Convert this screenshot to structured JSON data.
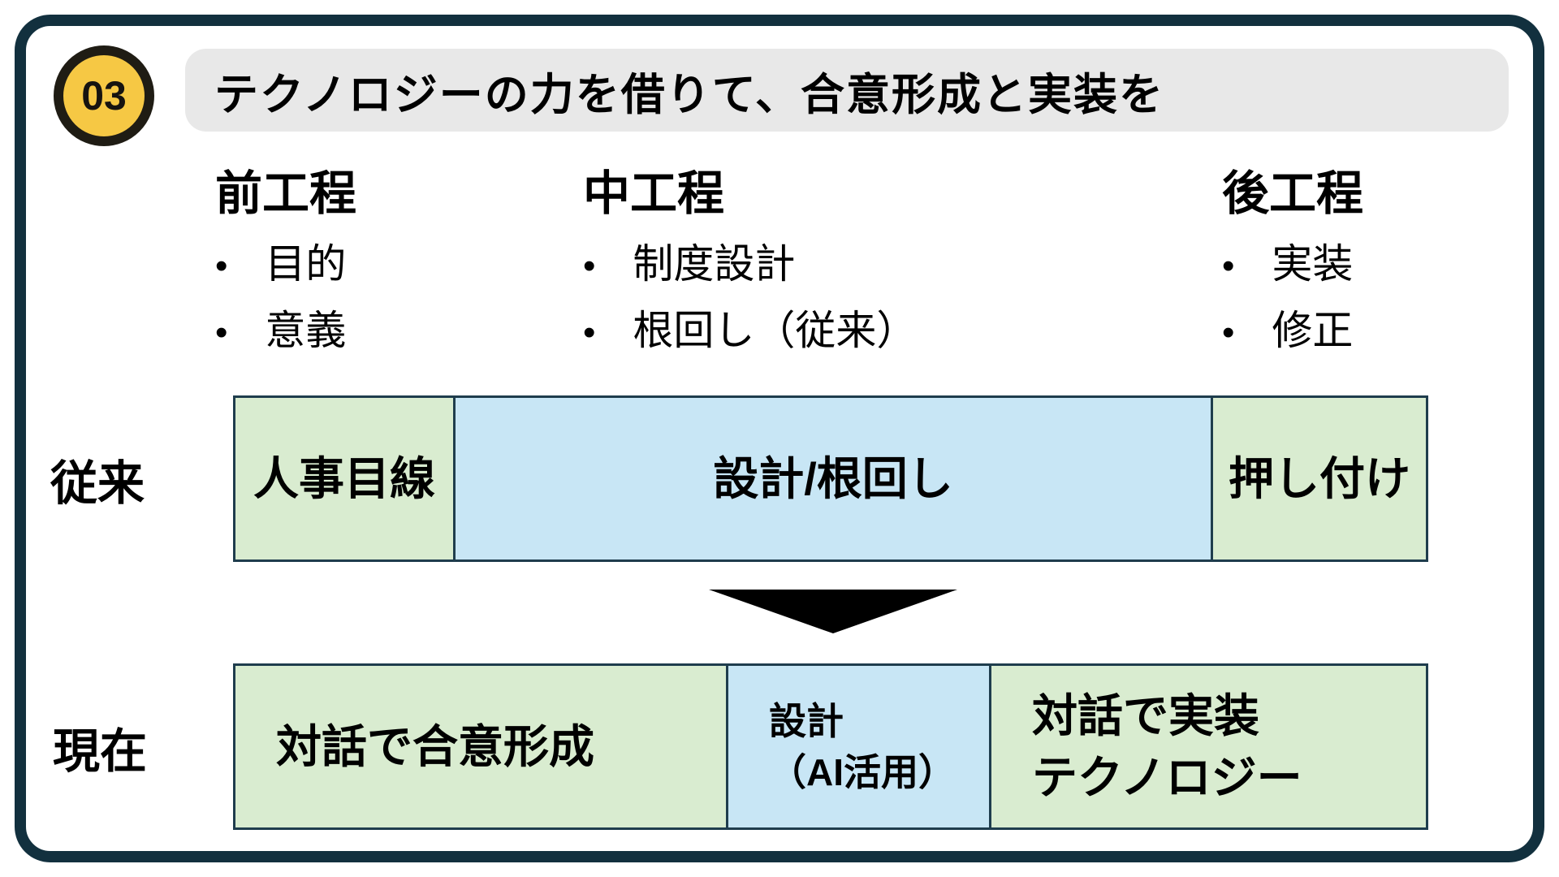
{
  "badge": {
    "number": "03"
  },
  "header": {
    "title": "テクノロジーの力を借りて、合意形成と実装を"
  },
  "columns": [
    {
      "title": "前工程",
      "items": [
        "目的",
        "意義"
      ]
    },
    {
      "title": "中工程",
      "items": [
        "制度設計",
        "根回し（従来）"
      ]
    },
    {
      "title": "後工程",
      "items": [
        "実装",
        "修正"
      ]
    }
  ],
  "process_flow": {
    "before_row": {
      "label": "従来",
      "cells": [
        {
          "lines": [
            "人事目線"
          ],
          "color": "green"
        },
        {
          "lines": [
            "設計/根回し"
          ],
          "color": "blue"
        },
        {
          "lines": [
            "押し付け"
          ],
          "color": "green"
        }
      ]
    },
    "after_row": {
      "label": "現在",
      "cells": [
        {
          "lines": [
            "対話で合意形成"
          ],
          "color": "green"
        },
        {
          "lines": [
            "設計",
            "（AI活用）"
          ],
          "color": "blue"
        },
        {
          "lines": [
            "対話で実装",
            "テクノロジー"
          ],
          "color": "green"
        }
      ]
    }
  },
  "colors": {
    "frame": "#12303e",
    "badge_fill": "#f6c844",
    "badge_ring": "#1f1c14",
    "title_bg": "#e8e8e8",
    "green": "#d9ecd0",
    "blue": "#c8e6f5",
    "cell_border": "#1f3d4d",
    "arrow": "#000000"
  }
}
